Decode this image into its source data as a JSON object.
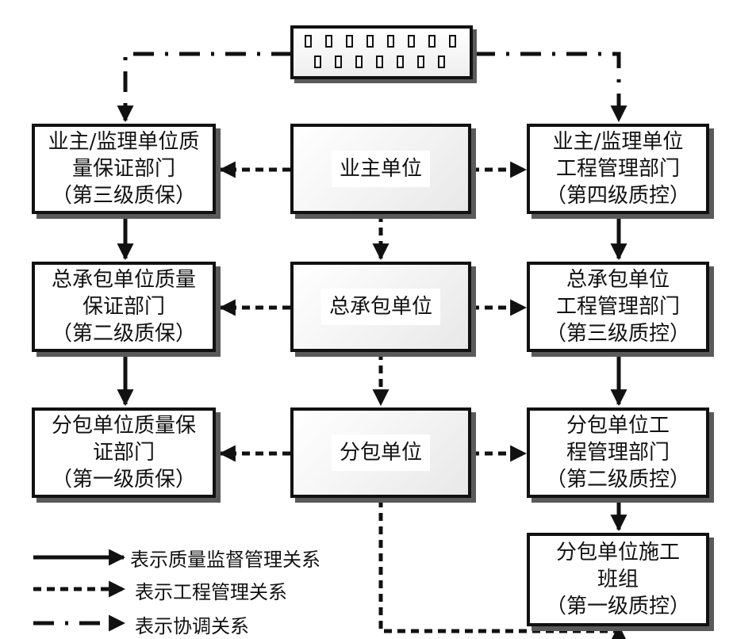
{
  "boxes": {
    "owner_qa": {
      "lines": [
        "业主/监理单位质",
        "量保证部门",
        "（第三级质保）"
      ]
    },
    "owner": {
      "lines": [
        "业主单位"
      ]
    },
    "owner_eng": {
      "lines": [
        "业主/监理单位",
        "工程管理部门",
        "（第四级质控）"
      ]
    },
    "gc_qa": {
      "lines": [
        "总承包单位质量",
        "保证部门",
        "（第二级质保）"
      ]
    },
    "gc": {
      "lines": [
        "总承包单位"
      ]
    },
    "gc_eng": {
      "lines": [
        "总承包单位",
        "工程管理部门",
        "（第三级质控）"
      ]
    },
    "sub_qa": {
      "lines": [
        "分包单位质量保",
        "证部门",
        "（第一级质保）"
      ]
    },
    "sub": {
      "lines": [
        "分包单位"
      ]
    },
    "sub_eng": {
      "lines": [
        "分包单位工",
        "程管理部门",
        "（第二级质控）"
      ]
    },
    "team": {
      "lines": [
        "分包单位施工",
        "班组",
        "（第一级质控）"
      ]
    }
  },
  "legend": {
    "solid": "表示质量监督管理关系",
    "dashed": "表示工程管理关系",
    "dashdot": "表示协调关系"
  }
}
